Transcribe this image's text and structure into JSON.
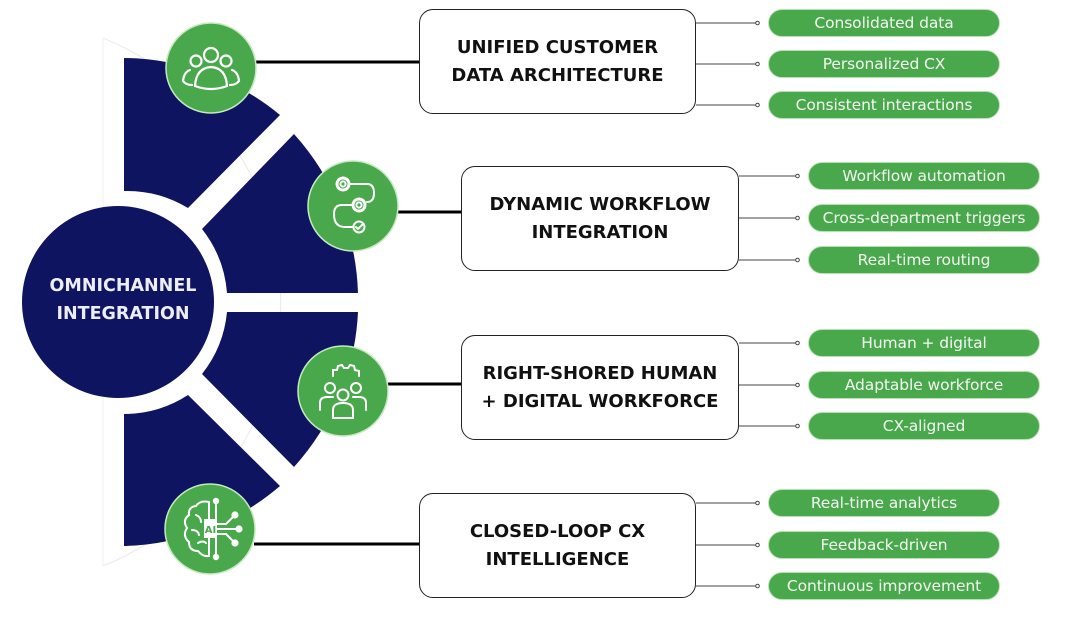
{
  "colors": {
    "navy": "#0f1460",
    "green": "#4aa84c",
    "green_border": "#b9e2b3",
    "box_border": "#222222",
    "connector": "#000000"
  },
  "hub": {
    "line1": "OMNICHANNEL",
    "line2": "INTEGRATION"
  },
  "pillars": [
    {
      "icon": "people-group-icon",
      "title_line1": "UNIFIED CUSTOMER",
      "title_line2": "DATA ARCHITECTURE",
      "benefits": [
        "Consolidated data",
        "Personalized CX",
        "Consistent interactions"
      ]
    },
    {
      "icon": "workflow-gears-icon",
      "title_line1": "DYNAMIC WORKFLOW",
      "title_line2": "INTEGRATION",
      "benefits": [
        "Workflow automation",
        "Cross-department triggers",
        "Real-time routing"
      ]
    },
    {
      "icon": "team-gear-icon",
      "title_line1": "RIGHT-SHORED HUMAN",
      "title_line2": "+ DIGITAL WORKFORCE",
      "benefits": [
        "Human + digital",
        "Adaptable workforce",
        "CX-aligned"
      ]
    },
    {
      "icon": "ai-brain-icon",
      "title_line1": "CLOSED-LOOP CX",
      "title_line2": "INTELLIGENCE",
      "benefits": [
        "Real-time analytics",
        "Feedback-driven",
        "Continuous improvement"
      ]
    }
  ]
}
